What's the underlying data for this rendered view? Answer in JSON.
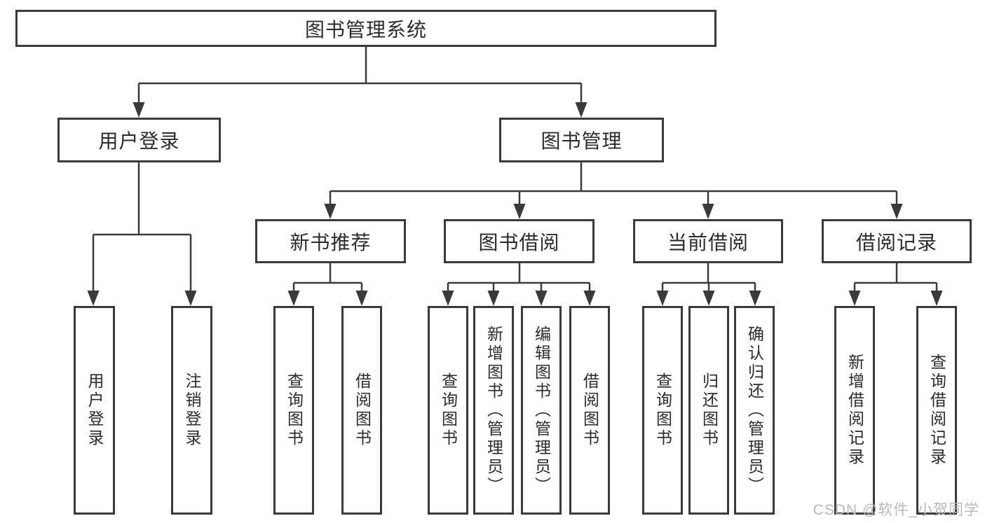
{
  "diagram_title": "图书管理系统",
  "tree": {
    "label": "图书管理系统",
    "children": [
      {
        "label": "用户登录",
        "children": [
          {
            "label": "用户登录"
          },
          {
            "label": "注销登录"
          }
        ]
      },
      {
        "label": "图书管理",
        "children": [
          {
            "label": "新书推荐",
            "children": [
              {
                "label": "查询图书"
              },
              {
                "label": "借阅图书"
              }
            ]
          },
          {
            "label": "图书借阅",
            "children": [
              {
                "label": "查询图书"
              },
              {
                "label": "新增图书（管理员）"
              },
              {
                "label": "编辑图书（管理员）"
              },
              {
                "label": "借阅图书"
              }
            ]
          },
          {
            "label": "当前借阅",
            "children": [
              {
                "label": "查询图书"
              },
              {
                "label": "归还图书"
              },
              {
                "label": "确认归还（管理员）"
              }
            ]
          },
          {
            "label": "借阅记录",
            "children": [
              {
                "label": "新增借阅记录"
              },
              {
                "label": "查询借阅记录"
              }
            ]
          }
        ]
      }
    ]
  },
  "watermark": "CSDN @软件_小贺同学",
  "colors": {
    "line": "#3a3a3a",
    "box_border": "#3a3a3a",
    "box_background": "#ffffff",
    "text": "#2b2b2b",
    "watermark": "#b9b9b9"
  }
}
